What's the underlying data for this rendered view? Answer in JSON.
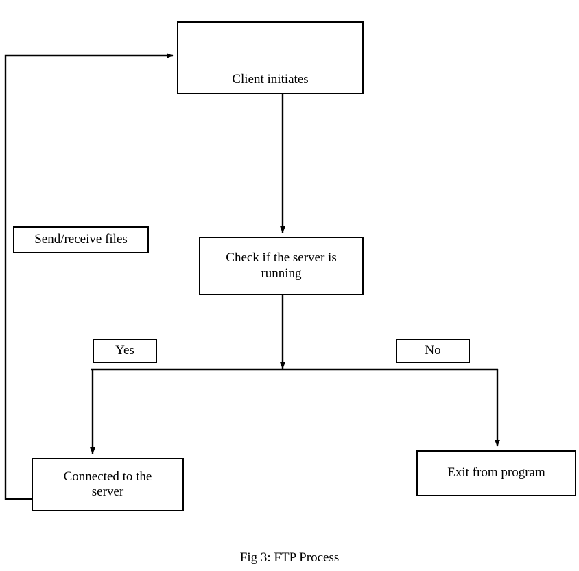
{
  "figure": {
    "caption": "Fig 3: FTP Process",
    "type": "flowchart",
    "background_color": "#ffffff",
    "line_color": "#000000",
    "box_fill_color": "#ffffff"
  },
  "nodes": {
    "client_initiates": {
      "label": "Client initiates"
    },
    "send_receive_files": {
      "label": "Send/receive files"
    },
    "check_server": {
      "label": "Check if the server is\nrunning"
    },
    "yes": {
      "label": "Yes"
    },
    "no": {
      "label": "No"
    },
    "connected": {
      "label": "Connected to the\nserver"
    },
    "exit": {
      "label": "Exit from program"
    }
  },
  "edges": [
    {
      "from": "client_initiates",
      "to": "check_server",
      "label": ""
    },
    {
      "from": "check_server",
      "to": "decision_split",
      "label": ""
    },
    {
      "from": "decision_split",
      "to": "connected",
      "label": "Yes"
    },
    {
      "from": "decision_split",
      "to": "exit",
      "label": "No"
    },
    {
      "from": "connected",
      "to": "client_initiates",
      "label": ""
    }
  ]
}
